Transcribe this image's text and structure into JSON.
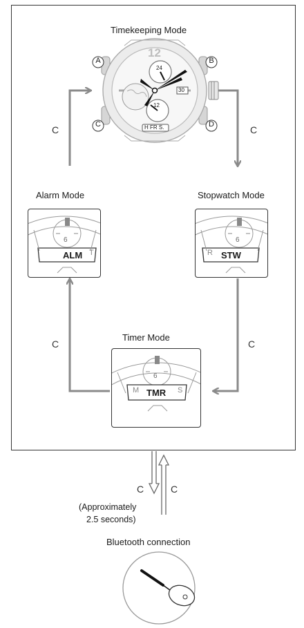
{
  "modes": {
    "timekeeping": "Timekeeping Mode",
    "alarm": "Alarm Mode",
    "stopwatch": "Stopwatch Mode",
    "timer": "Timer Mode"
  },
  "buttons": {
    "a": "A",
    "b": "B",
    "c": "C",
    "d": "D"
  },
  "button_label": "C",
  "hold_note_line1": "(Approximately",
  "hold_note_line2": "2.5 seconds)",
  "bluetooth": "Bluetooth connection",
  "displays": {
    "alarm": {
      "main": "ALM",
      "side": "T",
      "dial": "6"
    },
    "stopwatch": {
      "main": "STW",
      "side": "R",
      "dial": "6"
    },
    "timer": {
      "main": "TMR",
      "left": "M",
      "right": "S",
      "dial": "6"
    }
  },
  "watch": {
    "date": "30",
    "bottom_window": "H FR S.",
    "numeral_12": "12",
    "subdial_top": "24",
    "subdial_bottom": "12"
  },
  "colors": {
    "arrow": "#8a8a8a",
    "line": "#333333",
    "bezel": "#cfcfcf"
  }
}
